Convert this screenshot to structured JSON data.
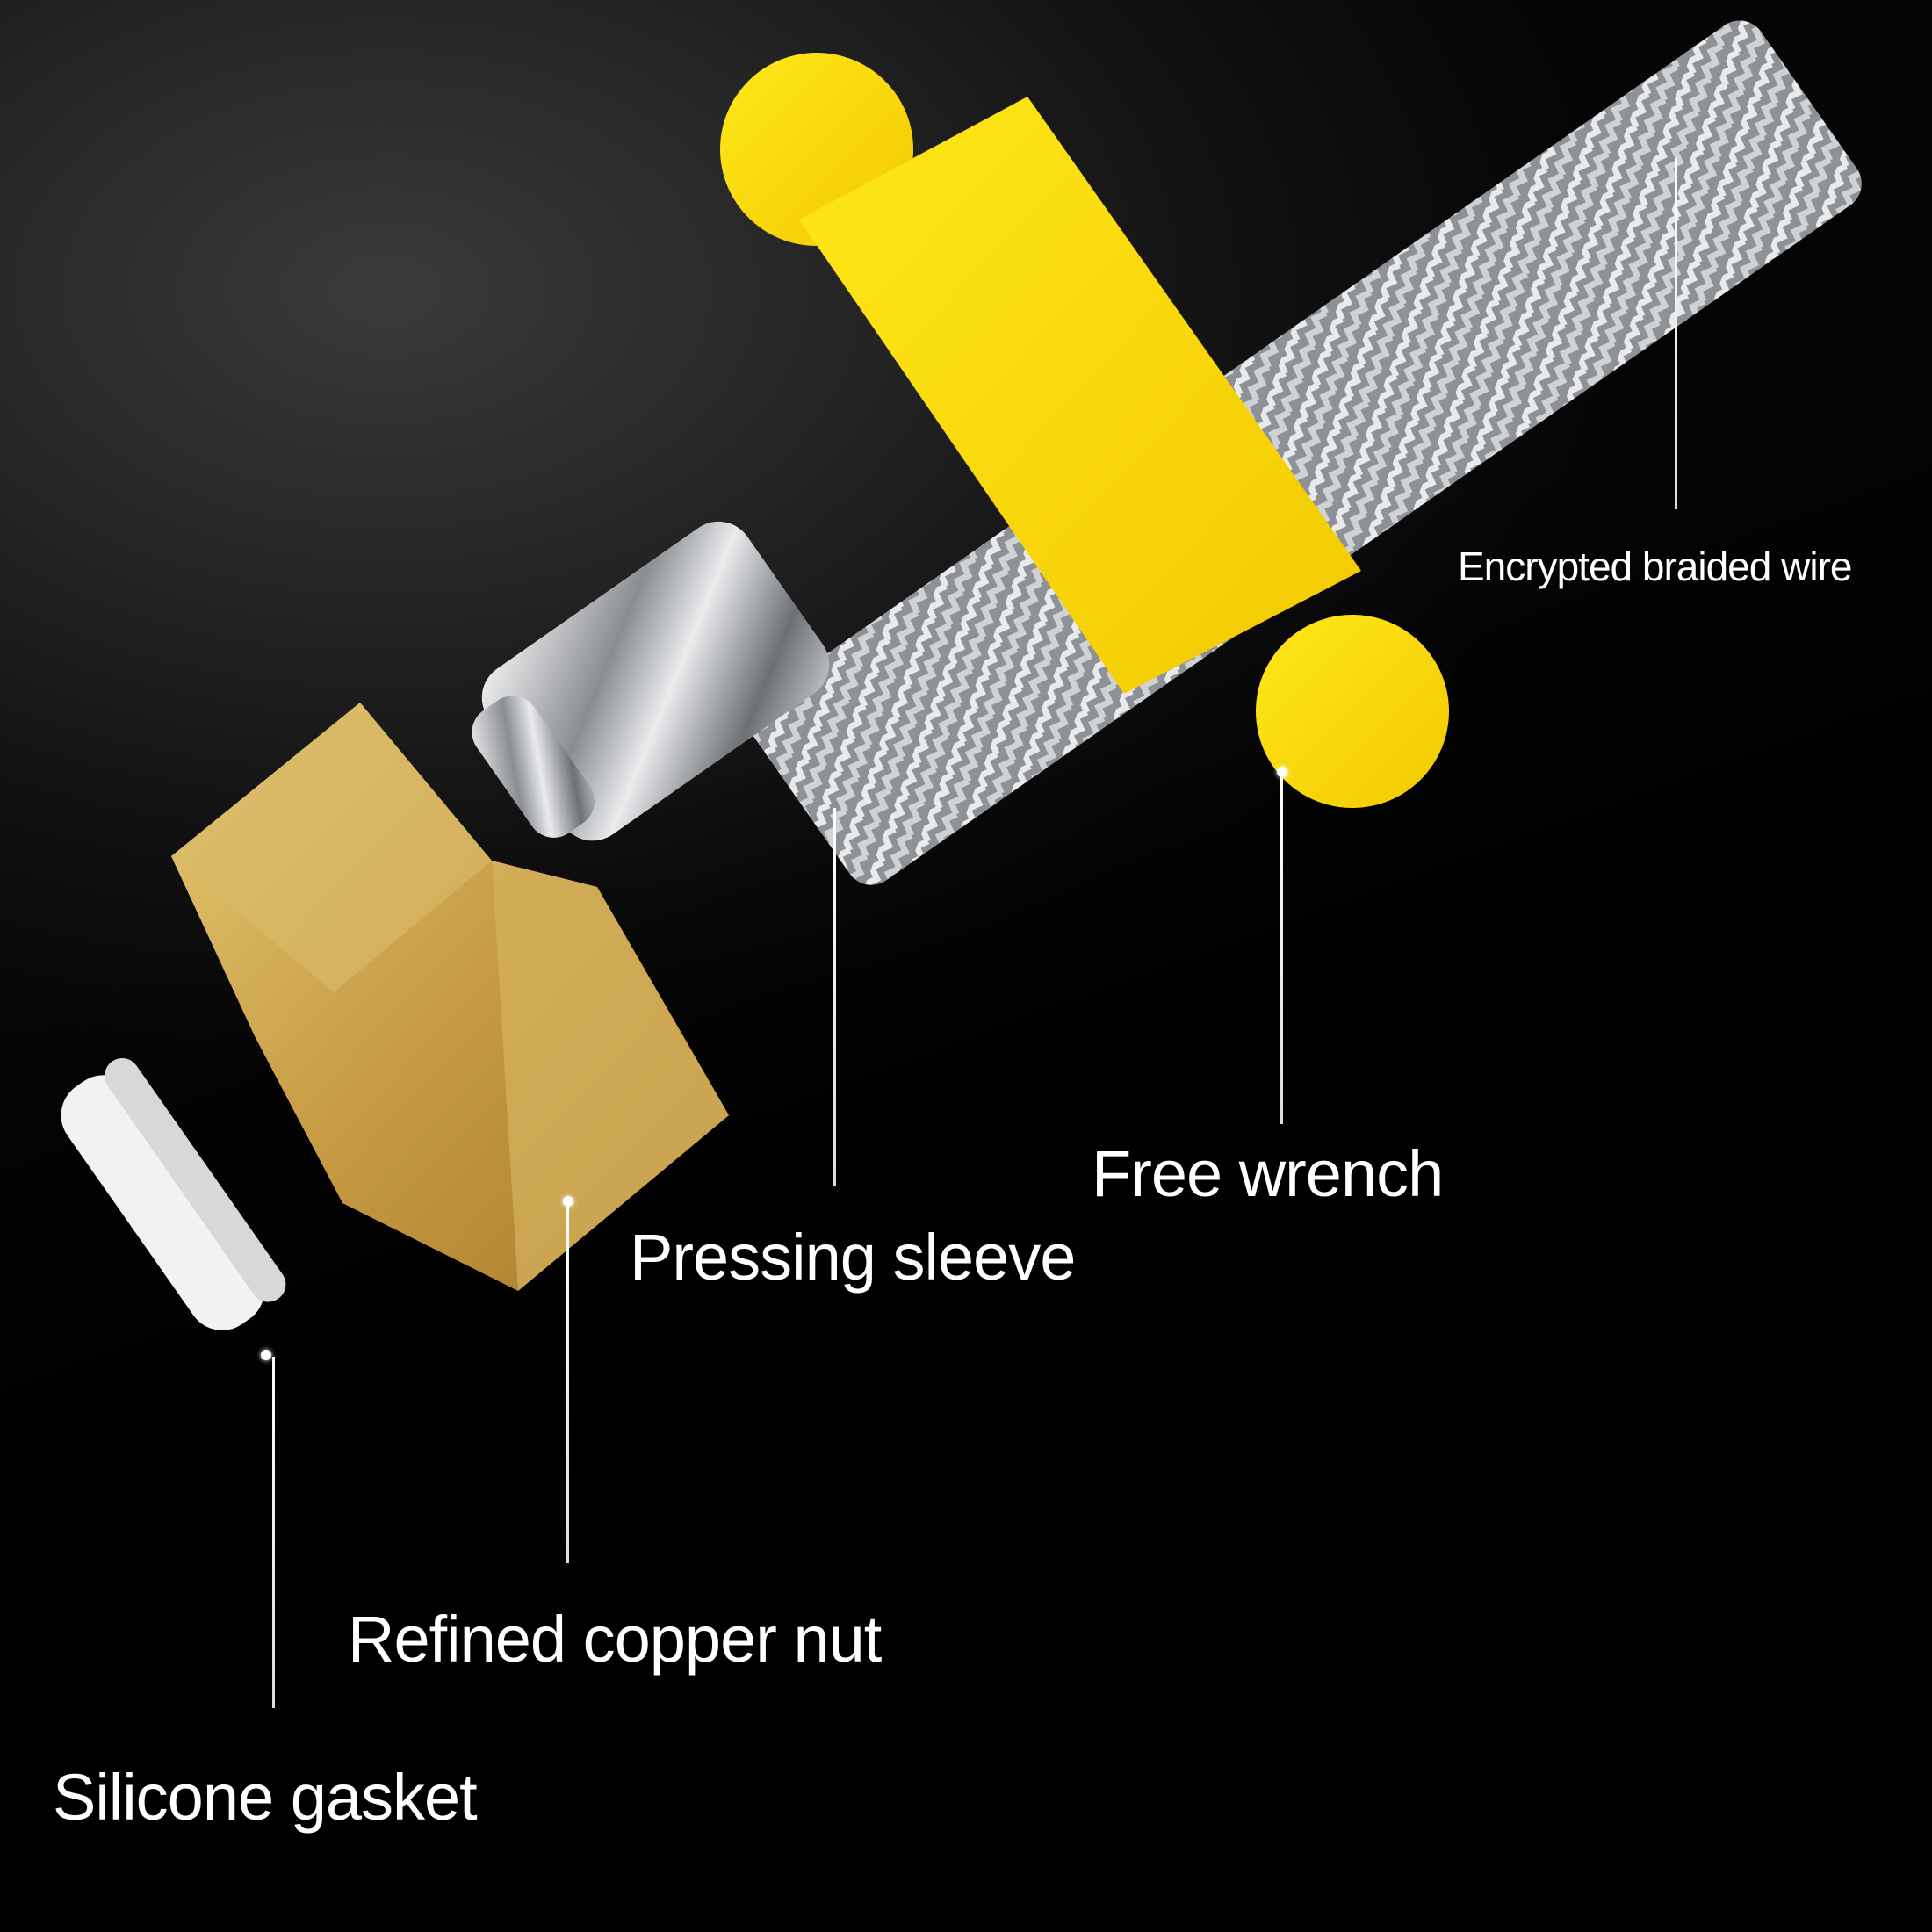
{
  "figure": {
    "type": "product-callout-diagram",
    "subject": "stainless steel braided hose connector",
    "background_color": "#000000",
    "accent_colors": {
      "wrench_yellow": "#f5d90a",
      "brass_nut": "#c9a24a",
      "chrome_sleeve": "#cfd2d6",
      "braid_silver": "#bfc3c7",
      "gasket_white": "#f2f2f2",
      "label_text": "#ffffff"
    }
  },
  "callouts": [
    {
      "id": "braid",
      "label": "Encrypted braided wire"
    },
    {
      "id": "wrench",
      "label": "Free wrench"
    },
    {
      "id": "sleeve",
      "label": "Pressing sleeve"
    },
    {
      "id": "nut",
      "label": "Refined copper nut"
    },
    {
      "id": "gasket",
      "label": "Silicone gasket"
    }
  ]
}
